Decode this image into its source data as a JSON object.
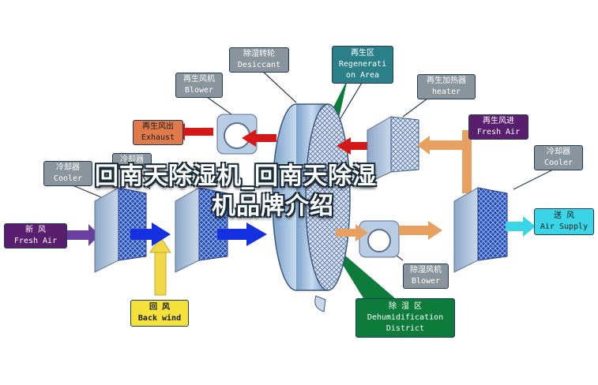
{
  "labels": {
    "desiccant_wheel": {
      "cn": "除湿转轮",
      "en": "Desiccant"
    },
    "regeneration_area": {
      "cn": "再生区",
      "en_line1": "Regenerati",
      "en_line2": "on Area"
    },
    "regen_blower": {
      "cn": "再生风机",
      "en": "Blower"
    },
    "regen_heater": {
      "cn": "再生加热器",
      "en": "heater"
    },
    "regen_exhaust": {
      "cn": "再生风出",
      "en": "Exhaust"
    },
    "regen_fresh_air": {
      "cn": "再生风进",
      "en": "Fresh Air"
    },
    "cooler_left": {
      "cn": "冷却器",
      "en": "Cooler"
    },
    "cooler_mid": {
      "cn": "冷却器"
    },
    "cooler_right": {
      "cn": "冷却器",
      "en": "Cooler"
    },
    "fresh_air": {
      "cn": "新    风",
      "en": "Fresh Air"
    },
    "back_wind": {
      "cn": "回    风",
      "en": "Back wind"
    },
    "air_supply": {
      "cn": "送  风",
      "en": "Air Supply"
    },
    "dehum_blower": {
      "cn": "除湿风机",
      "en": "Blower"
    },
    "dehum_district": {
      "cn": "除    湿    区",
      "en_line1": "Dehumidification",
      "en_line2": "District"
    }
  },
  "overlay_title": {
    "line1": "回南天除湿机_回南天除湿",
    "line2": "机品牌介绍"
  },
  "colors": {
    "label_gray": "#8a949c",
    "label_orange": "#e07a4a",
    "label_purple": "#5a1e6e",
    "label_teal": "#2b7f89",
    "label_yellow": "#f4e23a",
    "label_cyan": "#3ad6e8",
    "label_green": "#0d7b3a",
    "arrow_blue": "#1430e0",
    "arrow_red": "#d41818",
    "arrow_orange": "#e8a060",
    "arrow_purple": "#6a3fa0",
    "arrow_yellow": "#f0d848",
    "arrow_cyan": "#3ad6e8"
  }
}
